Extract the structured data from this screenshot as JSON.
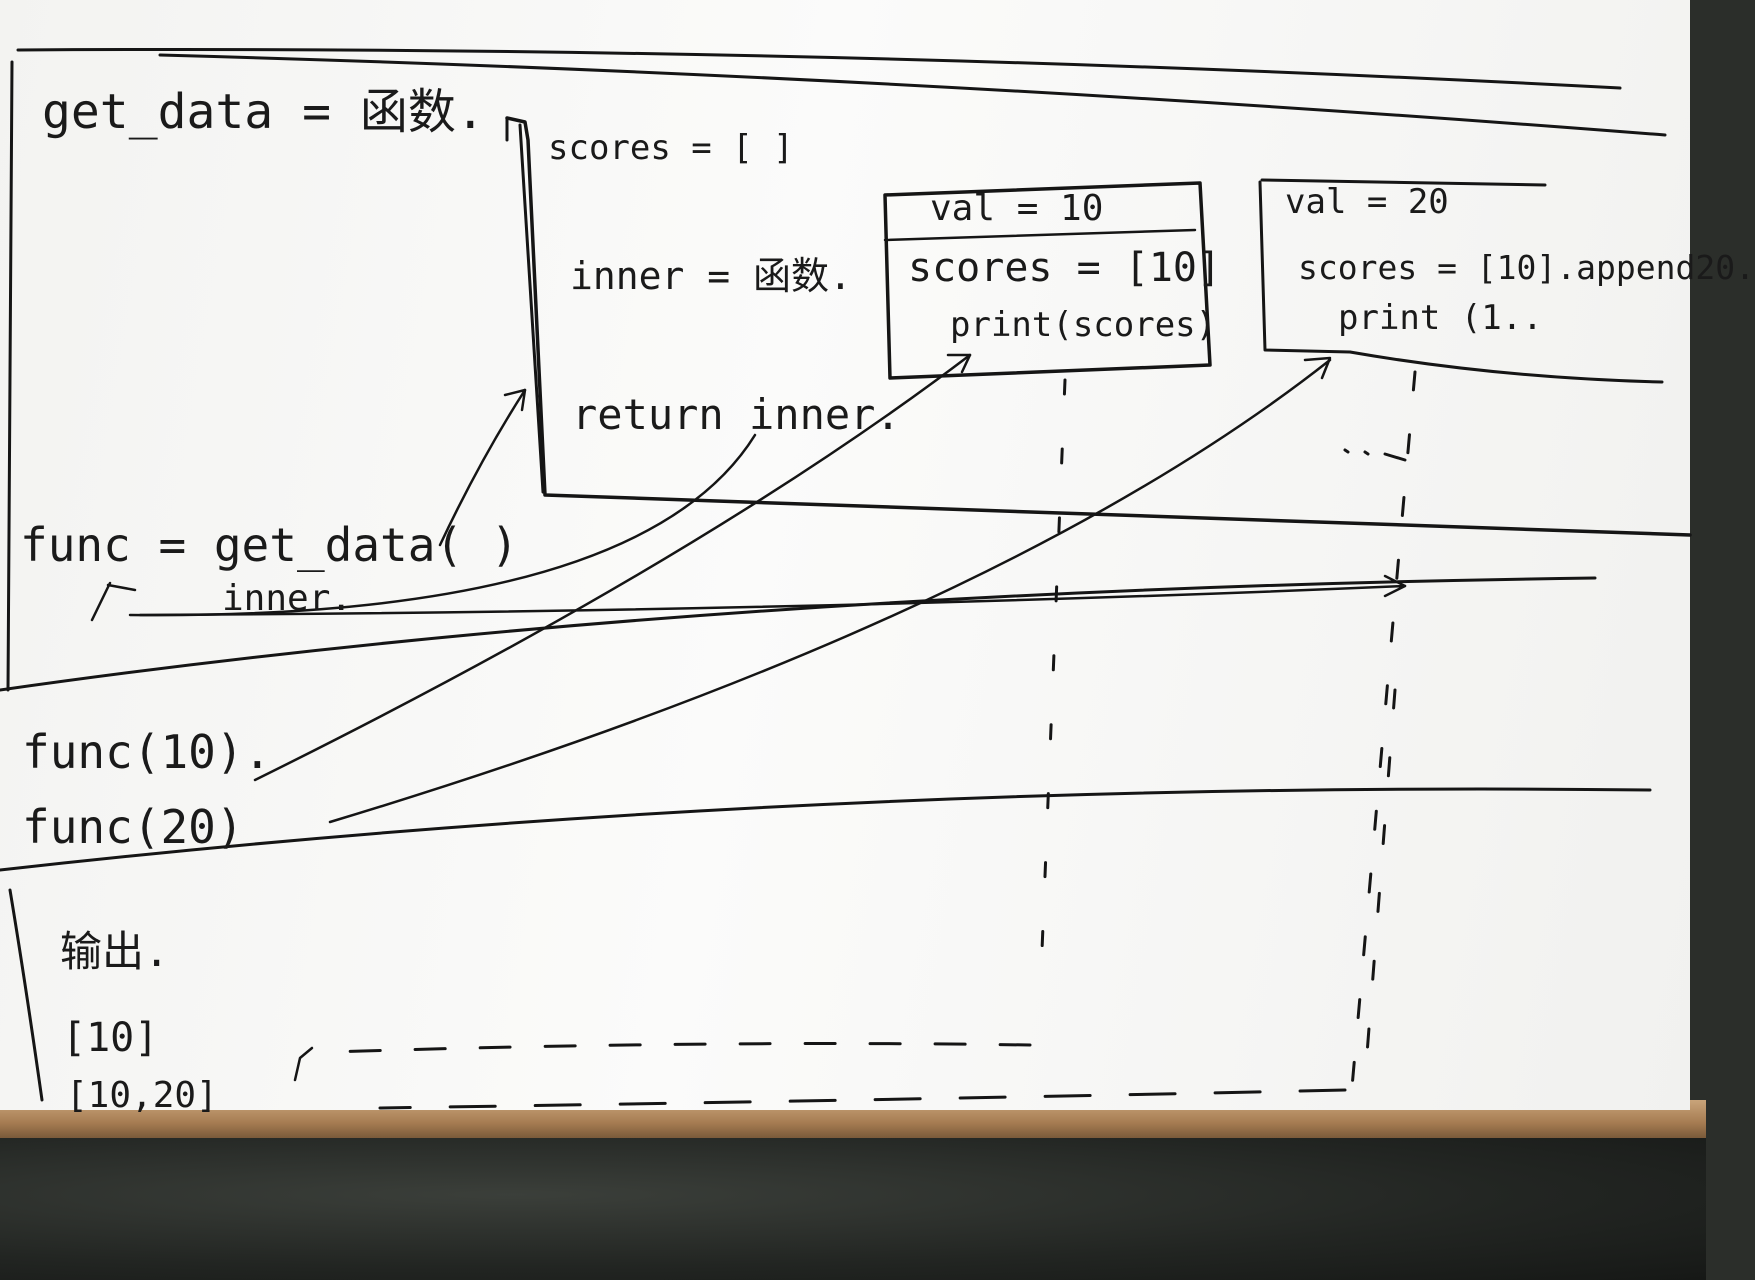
{
  "outer_frame": {
    "definition": "get_data = 函数."
  },
  "get_data_body": {
    "scores_init": "scores = [ ]",
    "inner_def": "inner = 函数.",
    "return_stmt": "return inner."
  },
  "call_frame_1": {
    "val": "val = 10",
    "scores": "scores = [10]",
    "print": "print(scores)"
  },
  "call_frame_2": {
    "val": "val = 20",
    "scores": "scores = [10].append20.",
    "print": "print (1.."
  },
  "calls": {
    "assign": "func = get_data( )",
    "returned": "inner.",
    "call_10": "func(10).",
    "call_20": "func(20)"
  },
  "output": {
    "heading": "输出.",
    "lines": [
      "[10]",
      "[10,20]"
    ]
  },
  "ink_color": "#151515",
  "paper_color": "#f7f7f5"
}
